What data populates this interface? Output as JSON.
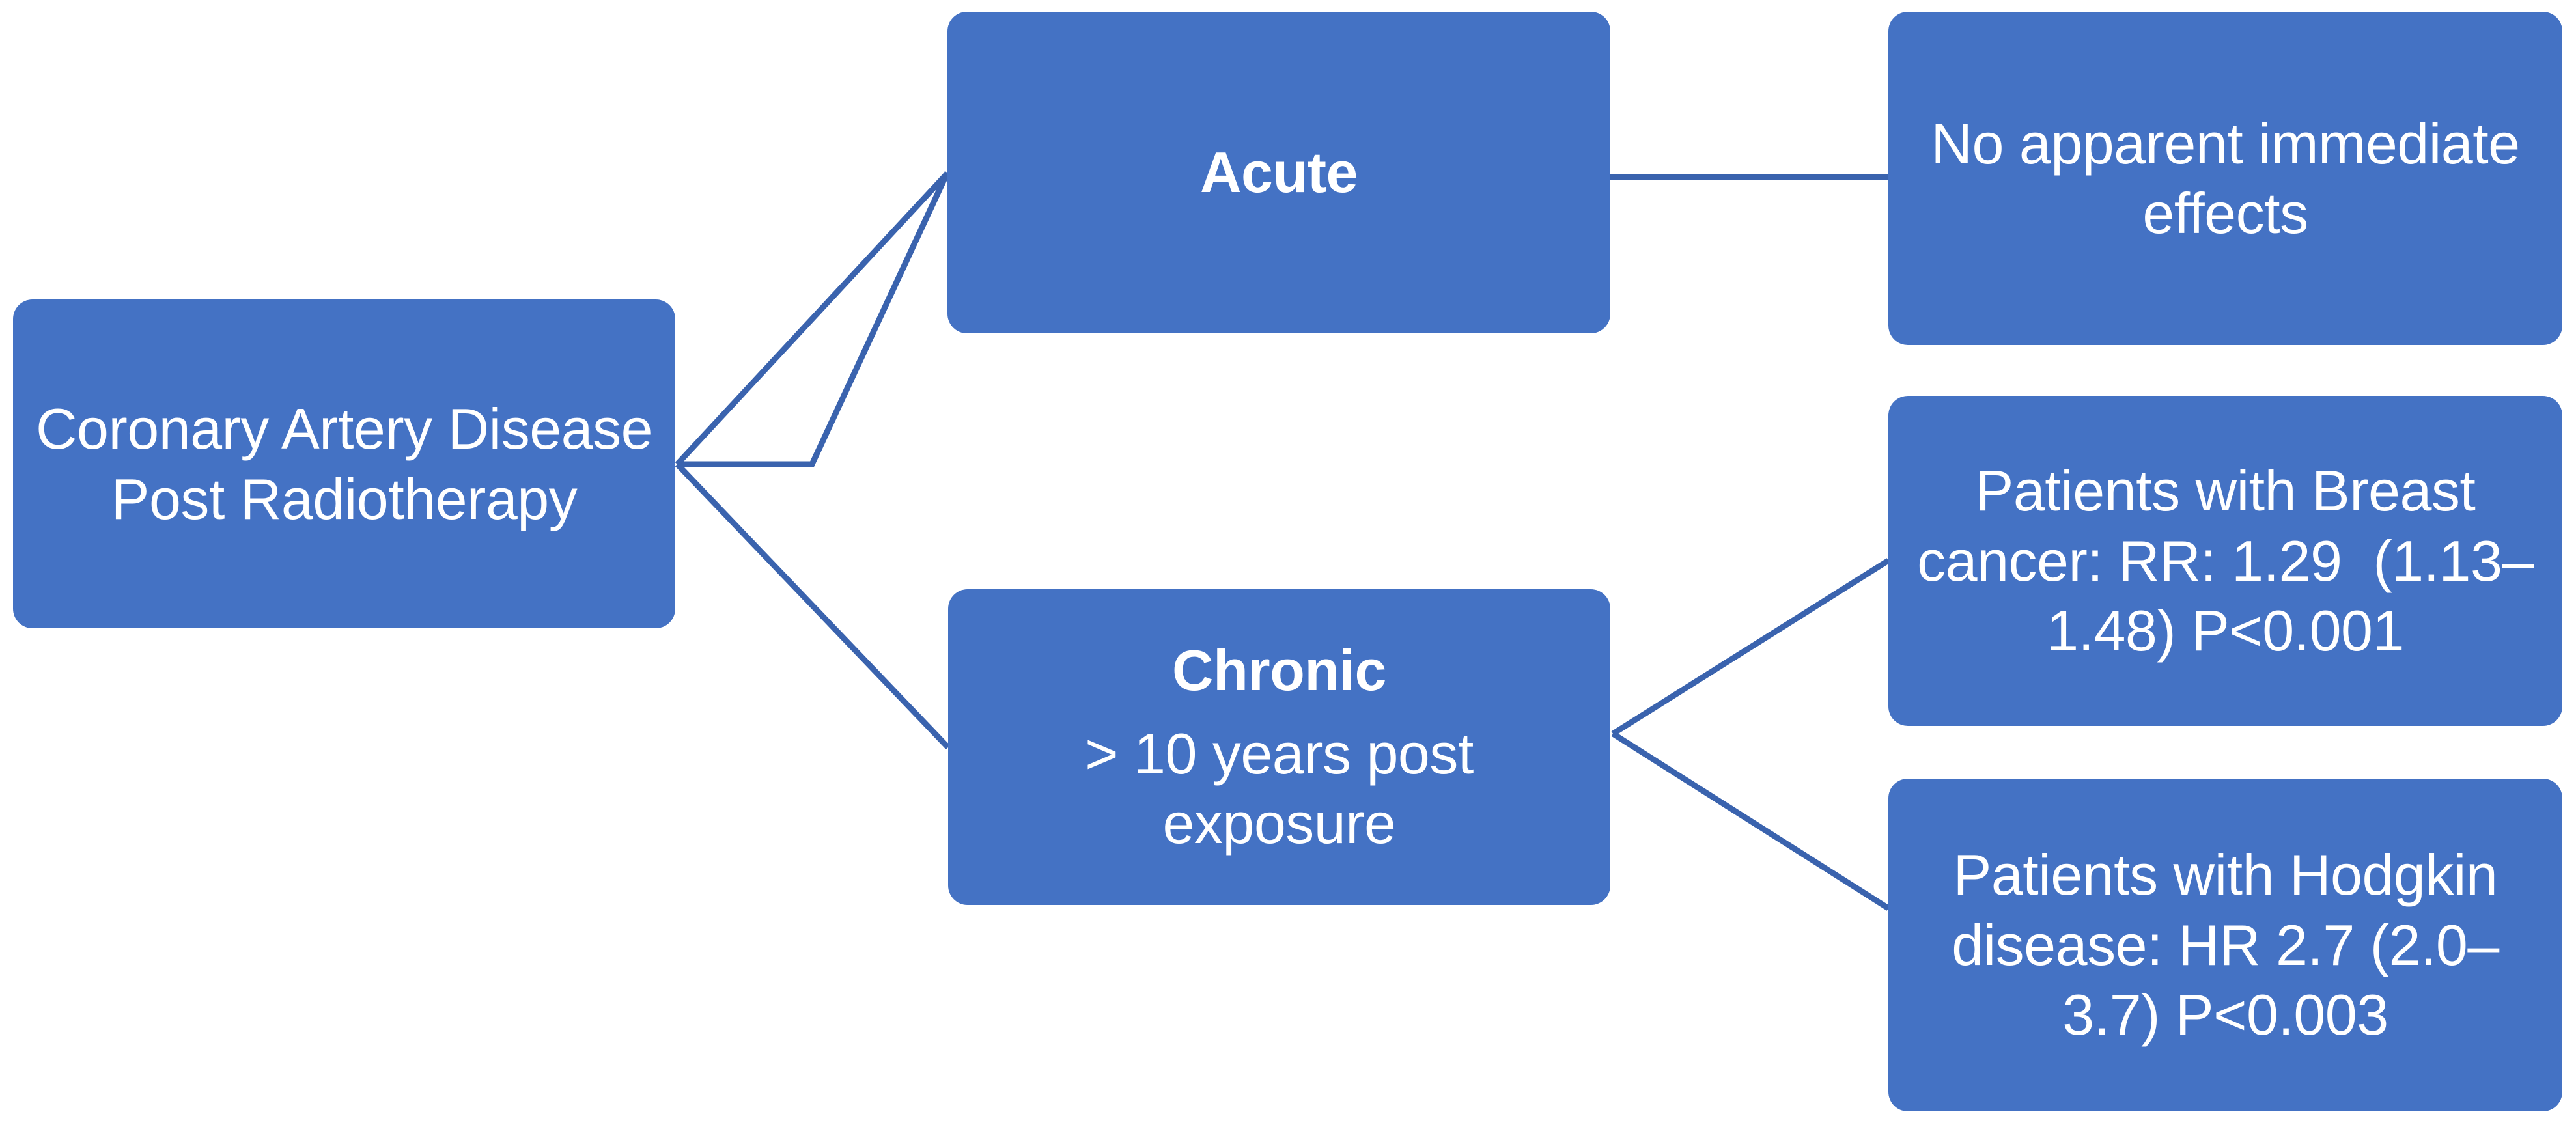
{
  "diagram": {
    "title": "Coronary Artery Disease Post Radiotherapy",
    "type": "flowchart-tree",
    "background_color": "#FFFFFF",
    "node_fill_color": "#4472C4",
    "node_text_color": "#FFFFFF",
    "connector_color": "#3A63AE",
    "nodes": {
      "root": {
        "id": "root",
        "line1": "Coronary Artery Disease",
        "line2": "Post Radiotherapy",
        "weight": "regular"
      },
      "acute": {
        "id": "acute",
        "label": "Acute",
        "weight": "bold"
      },
      "acute_outcome": {
        "id": "acute-outcome",
        "label": "No apparent immediate effects",
        "weight": "regular"
      },
      "chronic": {
        "id": "chronic",
        "title": "Chronic",
        "subtitle": "> 10 years post exposure",
        "title_weight": "bold",
        "subtitle_weight": "regular"
      },
      "breast": {
        "id": "breast-cancer-outcome",
        "label": "Patients with Breast cancer: RR: 1.29  (1.13–1.48) P<0.001",
        "weight": "regular",
        "measure": "RR",
        "estimate": "1.29",
        "ci": "1.13–1.48",
        "p_value": "P<0.001"
      },
      "hodgkin": {
        "id": "hodgkin-outcome",
        "label": "Patients with Hodgkin disease: HR 2.7 (2.0–3.7) P<0.003",
        "weight": "regular",
        "measure": "HR",
        "estimate": "2.7",
        "ci": "2.0–3.7",
        "p_value": "P<0.003"
      }
    },
    "edges": [
      {
        "id": "root-to-acute",
        "from": "root",
        "to": "acute",
        "style": "elbow-up"
      },
      {
        "id": "root-to-chronic",
        "from": "root",
        "to": "chronic",
        "style": "elbow-down"
      },
      {
        "id": "acute-to-outcome",
        "from": "acute",
        "to": "acute_outcome",
        "style": "straight"
      },
      {
        "id": "chronic-to-breast",
        "from": "chronic",
        "to": "breast",
        "style": "elbow-up"
      },
      {
        "id": "chronic-to-hodgkin",
        "from": "chronic",
        "to": "hodgkin",
        "style": "elbow-down"
      }
    ]
  }
}
